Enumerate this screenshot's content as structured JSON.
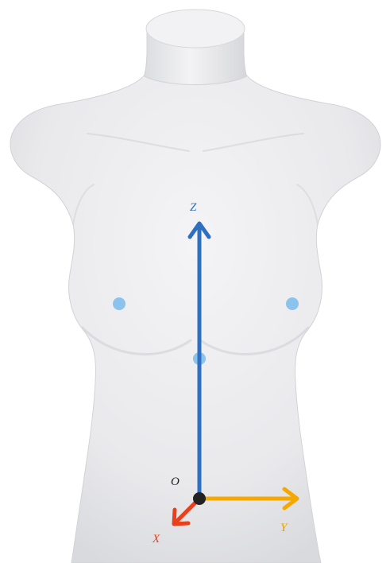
{
  "labels": {
    "z_axis": "Z",
    "y_axis": "Y",
    "x_axis": "X",
    "origin": "O"
  },
  "colors": {
    "background": "#ffffff",
    "mannequin_fill": "#ececee",
    "mannequin_shadow": "#d4d5d8",
    "z_axis": "#2f6fc0",
    "y_axis": "#f5a800",
    "x_axis": "#e8401c",
    "origin_point": "#222222",
    "marker_points": "#8cc3ec",
    "z_label": "#2f6fc0",
    "y_label": "#e6a000",
    "x_label": "#e8401c",
    "origin_label": "#222222"
  },
  "markers": [
    {
      "name": "left-bust-point"
    },
    {
      "name": "right-bust-point"
    },
    {
      "name": "mid-sternum-point"
    }
  ]
}
